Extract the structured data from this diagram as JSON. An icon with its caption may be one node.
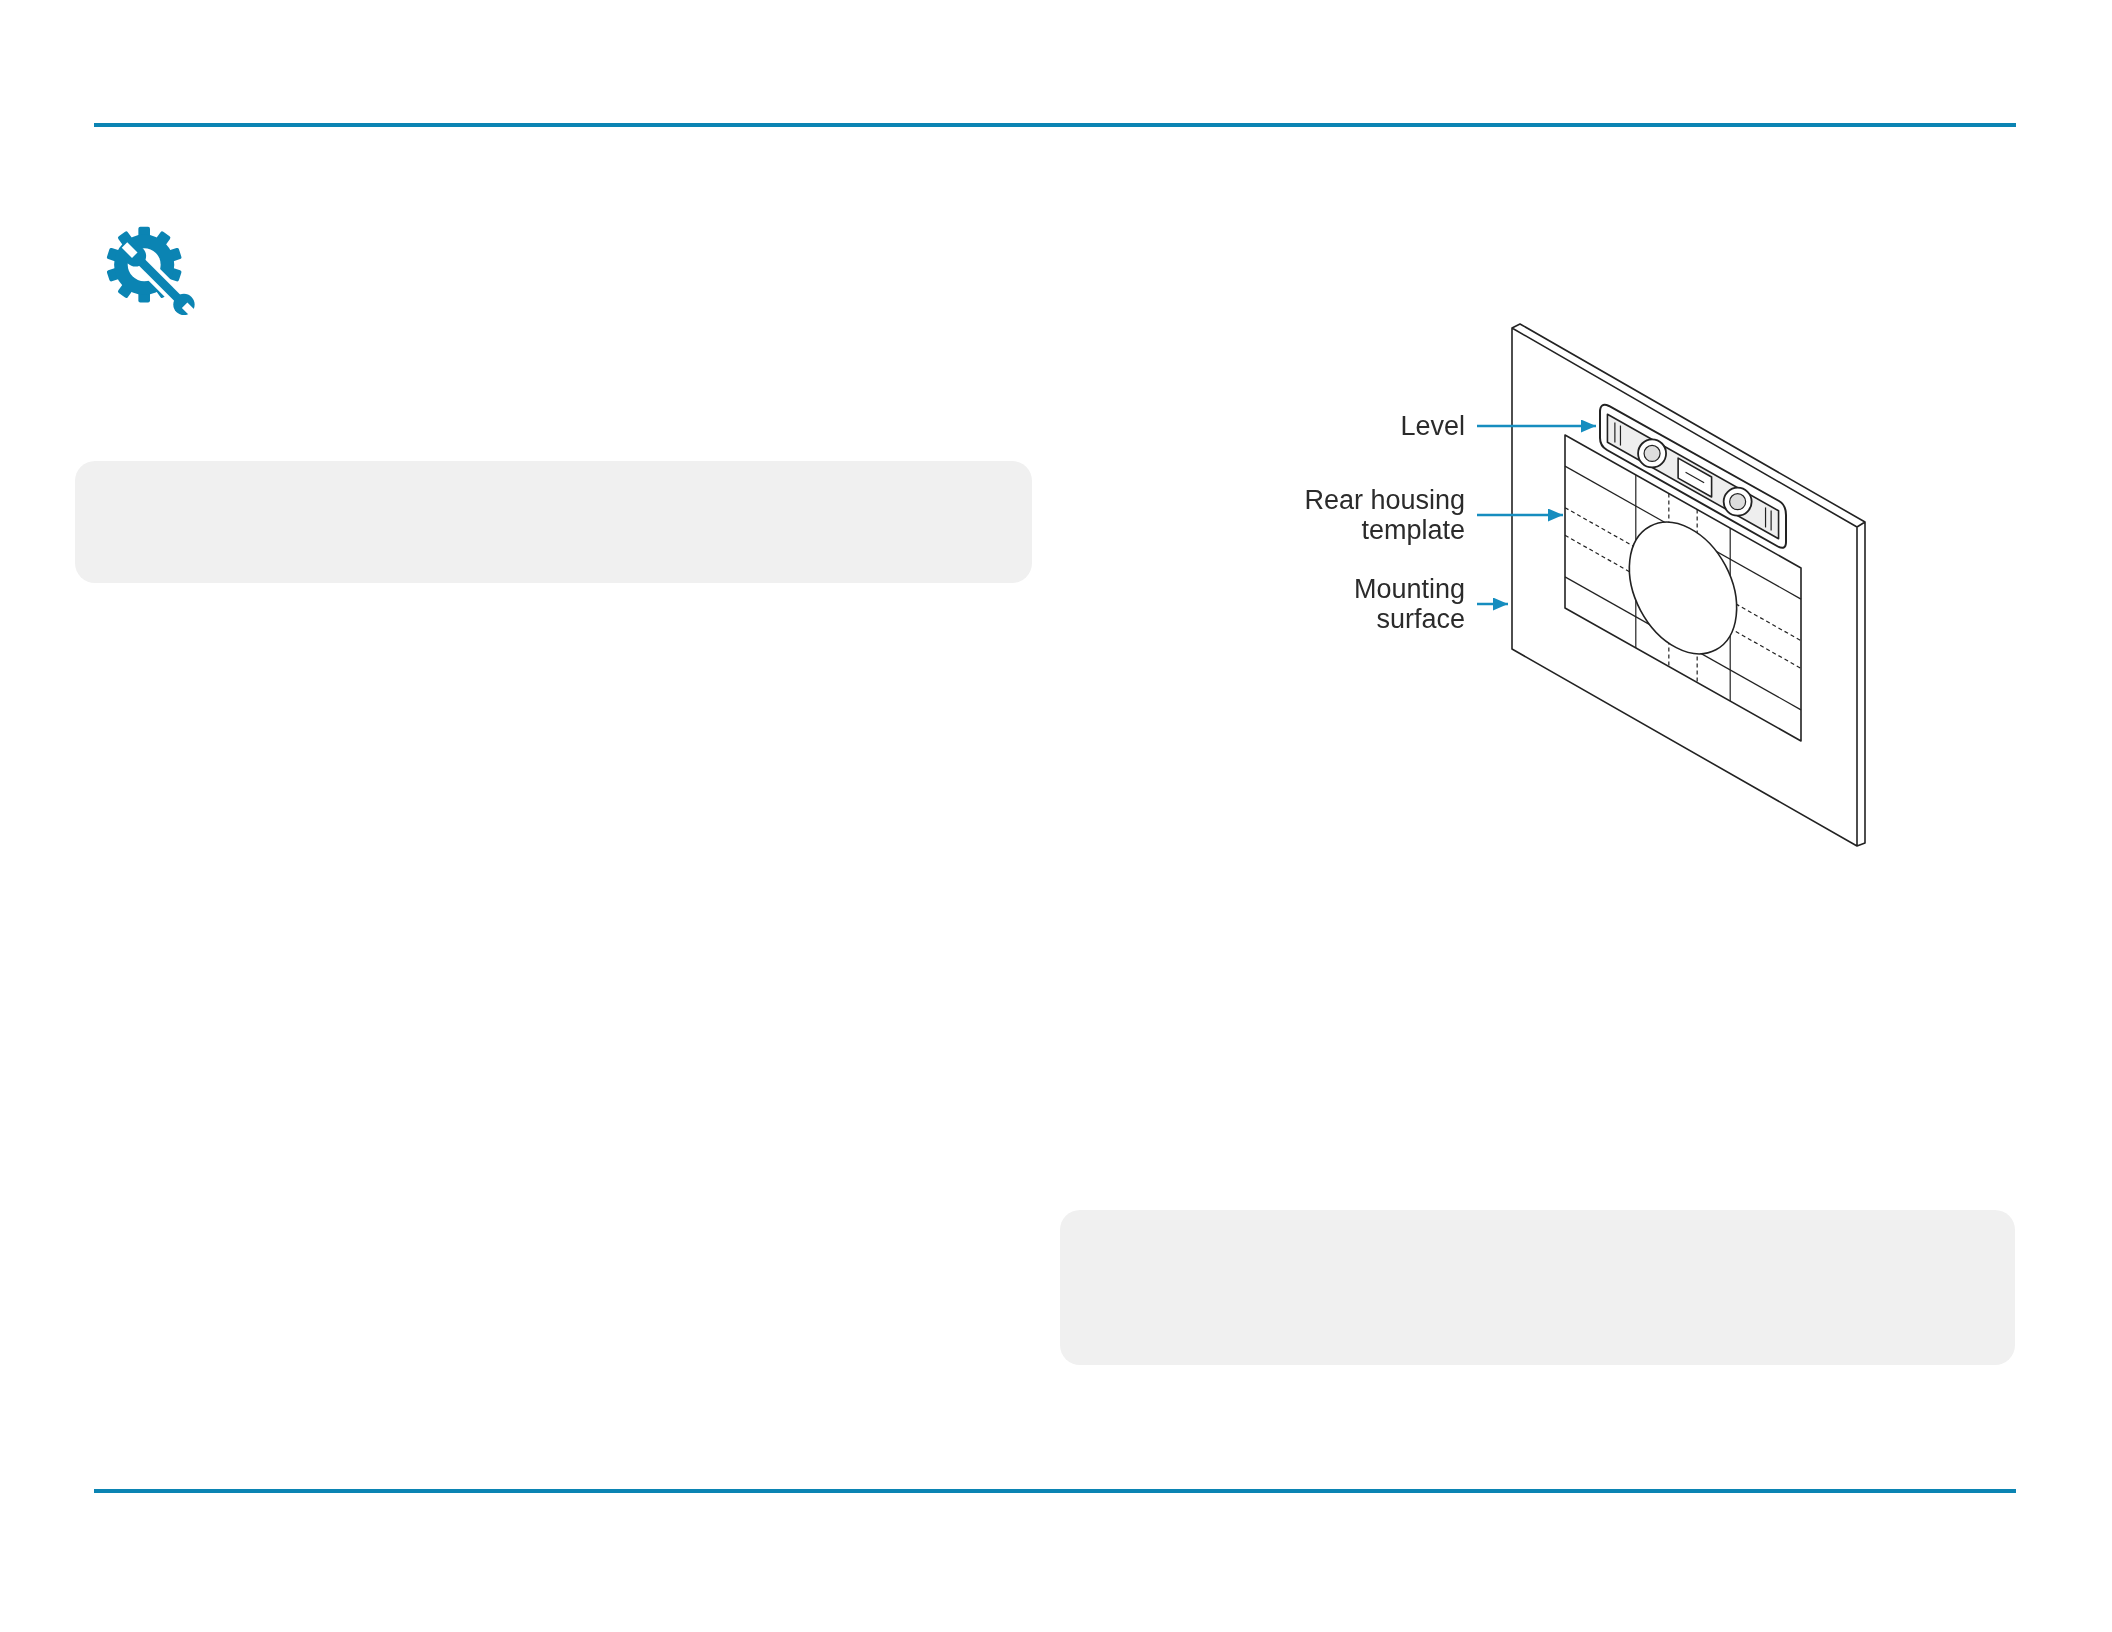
{
  "diagram": {
    "nodes": [
      {
        "text": [
          "Level"
        ]
      },
      {
        "text": [
          "Rear housing template"
        ]
      },
      {
        "text": [
          "Mounting surface"
        ]
      },
      {
        "text": [],
        "shape": "picture"
      },
      {
        "text": [],
        "shape": "picture",
        "in": 3
      },
      {
        "text": [],
        "shape": "picture",
        "in": 3
      }
    ],
    "edges": [
      {
        "from": 0,
        "to": 4,
        "arrow": "to"
      },
      {
        "from": 1,
        "to": 5,
        "arrow": "to"
      },
      {
        "from": 2,
        "to": 3,
        "arrow": "to"
      }
    ]
  }
}
